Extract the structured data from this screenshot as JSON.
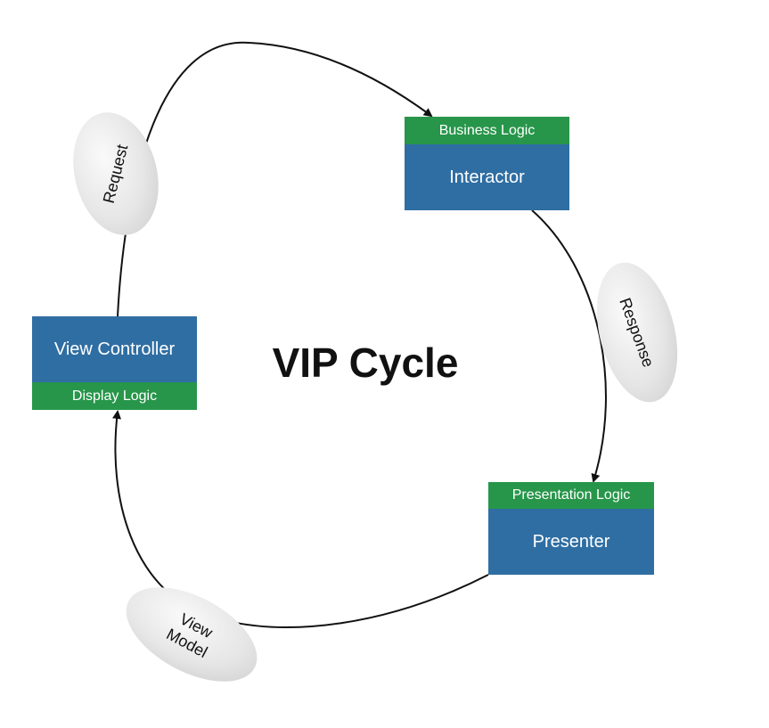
{
  "title": "VIP Cycle",
  "nodes": {
    "interactor": {
      "logic": "Business Logic",
      "name": "Interactor"
    },
    "view_controller": {
      "name": "View Controller",
      "logic": "Display Logic"
    },
    "presenter": {
      "logic": "Presentation Logic",
      "name": "Presenter"
    }
  },
  "edges": {
    "request": "Request",
    "response": "Response",
    "view_model": "View\nModel"
  },
  "colors": {
    "logic_band": "#27964a",
    "component_band": "#2f6ea3",
    "arrow": "#111111"
  }
}
